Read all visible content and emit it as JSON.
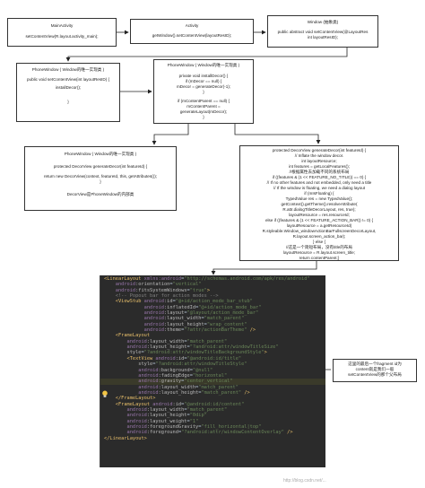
{
  "boxes": {
    "main_activity": {
      "title": "MainActivity",
      "lines": [
        "setContentView(R.layout.activity_main);"
      ]
    },
    "activity": {
      "title": "Activity",
      "lines": [
        "getWindow().setContentView(layoutResID);"
      ]
    },
    "window": {
      "title": "Window (抽象类)",
      "lines": [
        "public abstract void setContentView(@LayoutRes",
        "int layoutResID);"
      ]
    },
    "phone_window_a": {
      "title": "PhoneWindow ( Window的唯一实现类 )",
      "lines": [
        "public void setContentView(int layoutResID) {",
        "installDecor();",
        "}"
      ]
    },
    "phone_window_b": {
      "title": "PhoneWindow ( Window的唯一实现类 )",
      "lines": [
        "private void installDecor() {",
        "if (mDecor == null) {",
        "mDecor = generateDecor(-1);",
        "}",
        "if (mContentParent == null) {",
        "mContentParent =",
        "generateLayout(mDecor);",
        "}"
      ]
    },
    "phone_window_c": {
      "title": "PhoneWindow ( Window的唯一实现类 )",
      "lines": [
        "protected DecorView generateDecor(int featureId) {",
        "return new DecorView(context, featureId, this, getAttributes());",
        "}"
      ],
      "footer": "DecorView是PhoneWindow的内部类"
    },
    "generate": {
      "lines": [
        "protected DecorView generateDecor(int featureId) {",
        "// Inflate the window decor.",
        "int layoutResource;",
        "int features = getLocalFeatures();",
        "//根据属性去加载不同的系统布局",
        "if ((features & (1 << FEATURE_NO_TITLE)) == 0) {",
        "// If no other features and not embedded, only need a title",
        "// If the window is floating, we need a dialog layout",
        "if (mIsFloating) {",
        "TypedValue res = new TypedValue();",
        "getContext().getTheme().resolveAttribute(",
        "R.attr.dialogTitleDecorLayout, res, true);",
        "layoutResource = res.resourceId;",
        "else if ((features & (1 << FEATURE_ACTION_BAR)) != 0) {",
        "layoutResource = a.getResourceId(",
        "R.styleable.Window_windowActionBarFullscreenDecorLayout,",
        "R.layout.screen_action_bar);",
        "} else {",
        "//这是一个简短布局，没有title的布局",
        "layoutResource = R.layout.screen_title;",
        "return contentParent;}"
      ]
    }
  },
  "code_lines": [
    [
      [
        "tag",
        "<LinearLayout "
      ],
      [
        "ns",
        "xmlns:android"
      ],
      [
        "txt",
        "="
      ],
      [
        "val",
        "\"http://schemas.android.com/apk/res/android\""
      ]
    ],
    [
      [
        "txt",
        "    "
      ],
      [
        "ns",
        "android"
      ],
      [
        "attr",
        ":orientation"
      ],
      [
        "txt",
        "="
      ],
      [
        "val",
        "\"vertical\""
      ]
    ],
    [
      [
        "txt",
        "    "
      ],
      [
        "ns",
        "android"
      ],
      [
        "attr",
        ":fitsSystemWindows"
      ],
      [
        "txt",
        "="
      ],
      [
        "val",
        "\"true\""
      ],
      [
        "tag",
        ">"
      ]
    ],
    [
      [
        "cmt",
        "    <!-- Popout bar for action modes -->"
      ]
    ],
    [
      [
        "tag",
        "    <ViewStub "
      ],
      [
        "ns",
        "android"
      ],
      [
        "attr",
        ":id"
      ],
      [
        "txt",
        "="
      ],
      [
        "val",
        "\"@+id/action_mode_bar_stub\""
      ]
    ],
    [
      [
        "txt",
        "              "
      ],
      [
        "ns",
        "android"
      ],
      [
        "attr",
        ":inflatedId"
      ],
      [
        "txt",
        "="
      ],
      [
        "val",
        "\"@+id/action_mode_bar\""
      ]
    ],
    [
      [
        "txt",
        "              "
      ],
      [
        "ns",
        "android"
      ],
      [
        "attr",
        ":layout"
      ],
      [
        "txt",
        "="
      ],
      [
        "val",
        "\"@layout/action_mode_bar\""
      ]
    ],
    [
      [
        "txt",
        "              "
      ],
      [
        "ns",
        "android"
      ],
      [
        "attr",
        ":layout_width"
      ],
      [
        "txt",
        "="
      ],
      [
        "val",
        "\"match_parent\""
      ]
    ],
    [
      [
        "txt",
        "              "
      ],
      [
        "ns",
        "android"
      ],
      [
        "attr",
        ":layout_height"
      ],
      [
        "txt",
        "="
      ],
      [
        "val",
        "\"wrap_content\""
      ]
    ],
    [
      [
        "txt",
        "              "
      ],
      [
        "ns",
        "android"
      ],
      [
        "attr",
        ":theme"
      ],
      [
        "txt",
        "="
      ],
      [
        "val",
        "\"?attr/actionBarTheme\""
      ],
      [
        "tag",
        " />"
      ]
    ],
    [
      [
        "tag",
        "    <FrameLayout"
      ]
    ],
    [
      [
        "txt",
        "        "
      ],
      [
        "ns",
        "android"
      ],
      [
        "attr",
        ":layout_width"
      ],
      [
        "txt",
        "="
      ],
      [
        "val",
        "\"match_parent\""
      ]
    ],
    [
      [
        "txt",
        "        "
      ],
      [
        "ns",
        "android"
      ],
      [
        "attr",
        ":layout_height"
      ],
      [
        "txt",
        "="
      ],
      [
        "val",
        "\"?android:attr/windowTitleSize\""
      ]
    ],
    [
      [
        "txt",
        "        "
      ],
      [
        "attr",
        "style"
      ],
      [
        "txt",
        "="
      ],
      [
        "val",
        "\"?android:attr/windowTitleBackgroundStyle\""
      ],
      [
        "tag",
        ">"
      ]
    ],
    [
      [
        "tag",
        "        <TextView "
      ],
      [
        "ns",
        "android"
      ],
      [
        "attr",
        ":id"
      ],
      [
        "txt",
        "="
      ],
      [
        "val",
        "\"@android:id/title\""
      ]
    ],
    [
      [
        "txt",
        "            "
      ],
      [
        "attr",
        "style"
      ],
      [
        "txt",
        "="
      ],
      [
        "val",
        "\"?android:attr/windowTitleStyle\""
      ]
    ],
    [
      [
        "txt",
        "            "
      ],
      [
        "ns",
        "android"
      ],
      [
        "attr",
        ":background"
      ],
      [
        "txt",
        "="
      ],
      [
        "val",
        "\"@null\""
      ]
    ],
    [
      [
        "txt",
        "            "
      ],
      [
        "ns",
        "android"
      ],
      [
        "attr",
        ":fadingEdge"
      ],
      [
        "txt",
        "="
      ],
      [
        "val",
        "\"horizontal\""
      ]
    ],
    [
      [
        "txt",
        "            "
      ],
      [
        "ns",
        "android"
      ],
      [
        "attr",
        ":gravity"
      ],
      [
        "txt",
        "="
      ],
      [
        "val",
        "\"center_vertical\""
      ]
    ],
    [
      [
        "txt",
        "            "
      ],
      [
        "ns",
        "android"
      ],
      [
        "attr",
        ":layout_width"
      ],
      [
        "txt",
        "="
      ],
      [
        "val",
        "\"match_parent\""
      ]
    ],
    [
      [
        "txt",
        "            "
      ],
      [
        "ns",
        "android"
      ],
      [
        "attr",
        ":layout_height"
      ],
      [
        "txt",
        "="
      ],
      [
        "val",
        "\"match_parent\""
      ],
      [
        "tag",
        " />"
      ]
    ],
    [
      [
        "tag",
        "    </FrameLayout>"
      ]
    ],
    [
      [
        "tag",
        "    <FrameLayout "
      ],
      [
        "ns",
        "android"
      ],
      [
        "attr",
        ":id"
      ],
      [
        "txt",
        "="
      ],
      [
        "val",
        "\"@android:id/content\""
      ]
    ],
    [
      [
        "txt",
        "        "
      ],
      [
        "ns",
        "android"
      ],
      [
        "attr",
        ":layout_width"
      ],
      [
        "txt",
        "="
      ],
      [
        "val",
        "\"match_parent\""
      ]
    ],
    [
      [
        "txt",
        "        "
      ],
      [
        "ns",
        "android"
      ],
      [
        "attr",
        ":layout_height"
      ],
      [
        "txt",
        "="
      ],
      [
        "val",
        "\"0dip\""
      ]
    ],
    [
      [
        "txt",
        "        "
      ],
      [
        "ns",
        "android"
      ],
      [
        "attr",
        ":layout_weight"
      ],
      [
        "txt",
        "="
      ],
      [
        "val",
        "\"1\""
      ]
    ],
    [
      [
        "txt",
        "        "
      ],
      [
        "ns",
        "android"
      ],
      [
        "attr",
        ":foregroundGravity"
      ],
      [
        "txt",
        "="
      ],
      [
        "val",
        "\"fill_horizontal|top\""
      ]
    ],
    [
      [
        "txt",
        "        "
      ],
      [
        "ns",
        "android"
      ],
      [
        "attr",
        ":foreground"
      ],
      [
        "txt",
        "="
      ],
      [
        "val",
        "\"?android:attr/windowContentOverlay\""
      ],
      [
        "tag",
        " />"
      ]
    ],
    [
      [
        "tag",
        "</LinearLayout>"
      ]
    ]
  ],
  "highlight_row": 18,
  "note": [
    "这里的最后一个fragment id为",
    "content就是我们一般",
    "setContentView的那个父布局"
  ],
  "watermark": "http://blog.csdn.net/..."
}
